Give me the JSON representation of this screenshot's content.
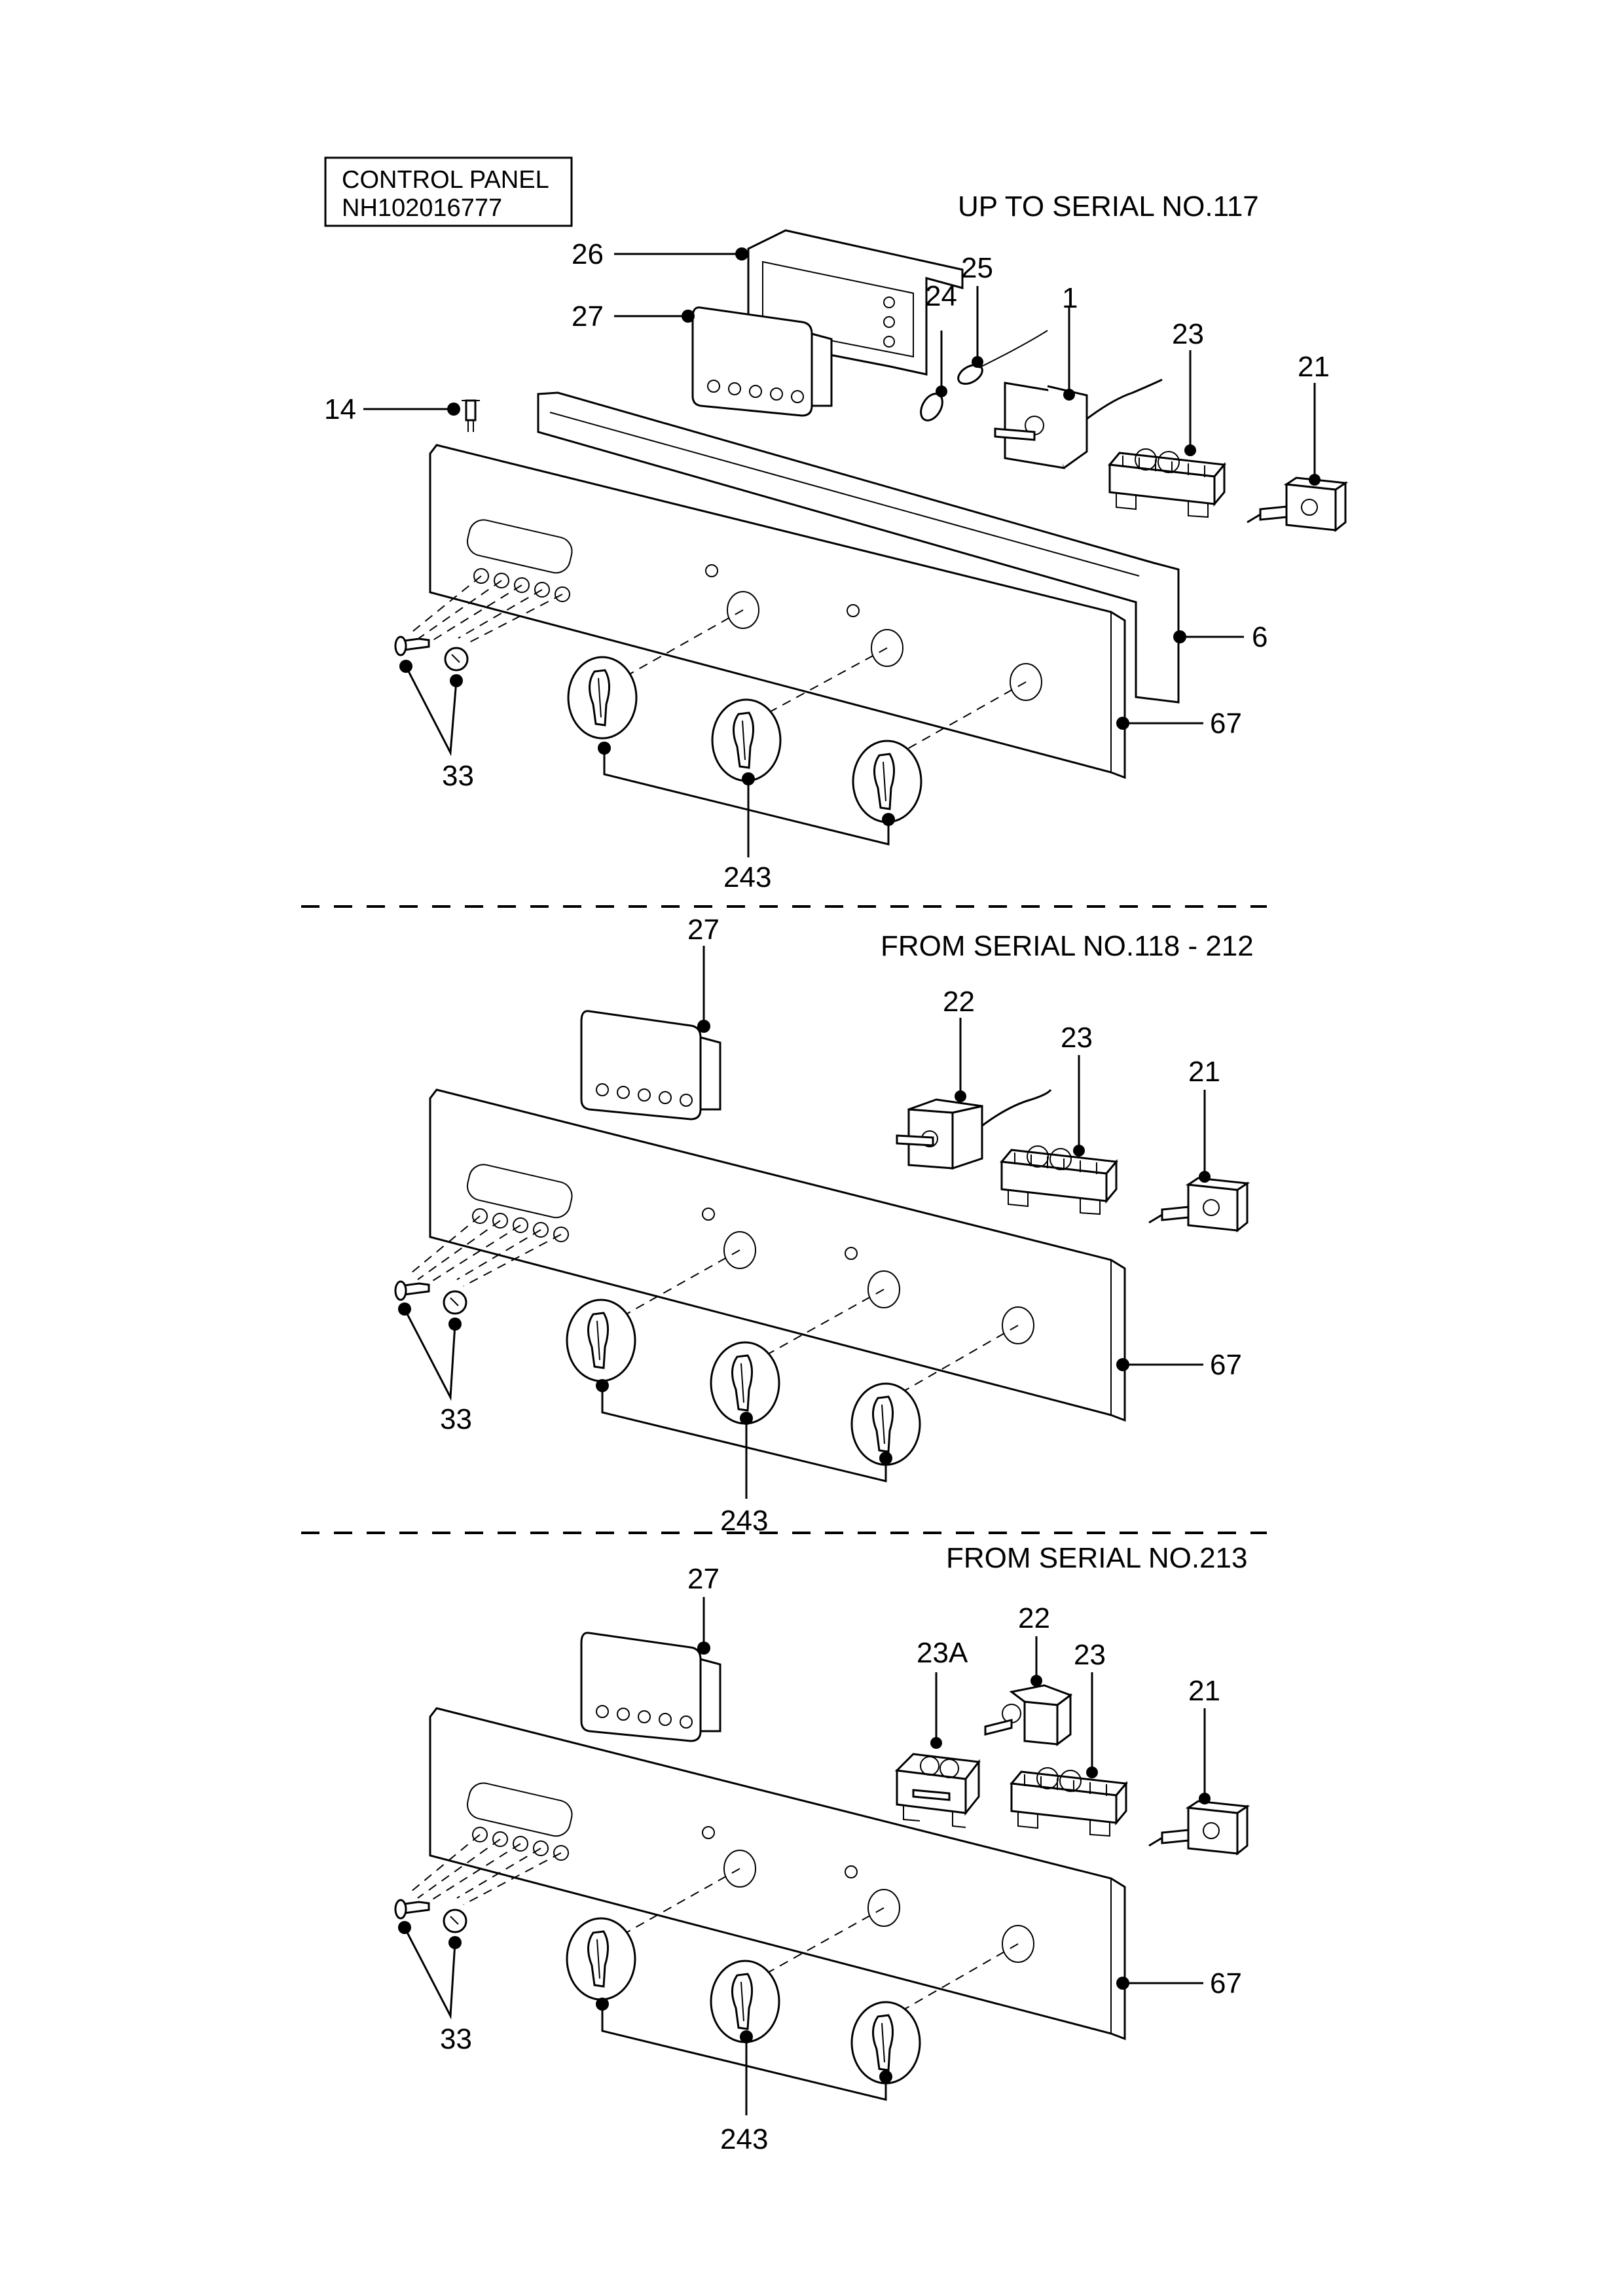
{
  "title_box": {
    "line1": "CONTROL PANEL",
    "line2": "NH102016777"
  },
  "sections": [
    {
      "header": "UP TO SERIAL NO.117",
      "labels": {
        "p26": "26",
        "p27": "27",
        "p24": "24",
        "p25": "25",
        "p1": "1",
        "p23": "23",
        "p21": "21",
        "p14": "14",
        "p6": "6",
        "p67": "67",
        "p33": "33",
        "p243": "243"
      }
    },
    {
      "header": "FROM SERIAL NO.118 - 212",
      "labels": {
        "p27": "27",
        "p22": "22",
        "p23": "23",
        "p21": "21",
        "p67": "67",
        "p33": "33",
        "p243": "243"
      }
    },
    {
      "header": "FROM SERIAL NO.213",
      "labels": {
        "p27": "27",
        "p23A": "23A",
        "p22": "22",
        "p23": "23",
        "p21": "21",
        "p67": "67",
        "p33": "33",
        "p243": "243"
      }
    }
  ]
}
